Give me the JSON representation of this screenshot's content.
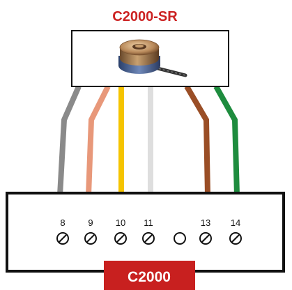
{
  "sensor": {
    "title": "C2000-SR",
    "title_color": "#cc2222",
    "image_icon": "load-cell-sensor-icon"
  },
  "controller": {
    "label": "C2000",
    "label_bg": "#c8201f",
    "label_color": "#ffffff"
  },
  "terminals": [
    {
      "label": "8",
      "wire_color": "#8a8a8a"
    },
    {
      "label": "9",
      "wire_color": "#e8987a"
    },
    {
      "label": "10",
      "wire_color": "#f5c400"
    },
    {
      "label": "11",
      "wire_color": "#dedede"
    },
    {
      "label": "",
      "wire_color": ""
    },
    {
      "label": "13",
      "wire_color": "#9a4e26"
    },
    {
      "label": "14",
      "wire_color": "#1e8c3e"
    }
  ]
}
